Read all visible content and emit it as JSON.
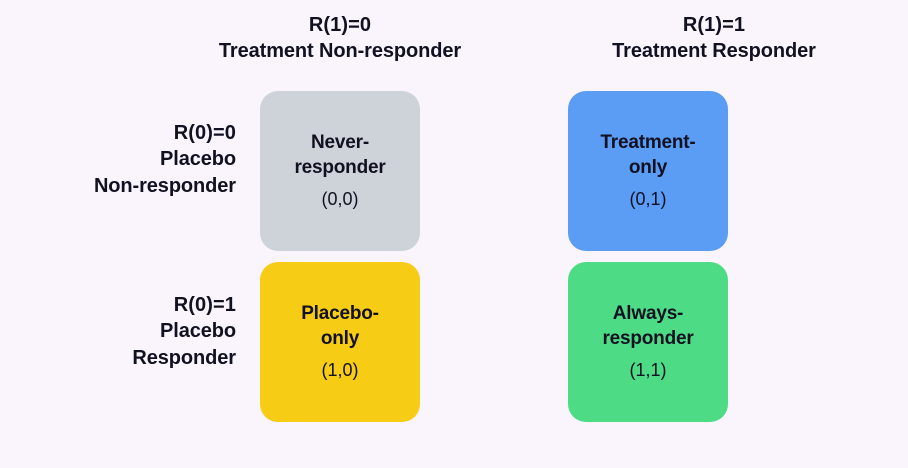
{
  "background_color": "#faf5fd",
  "text_color": "#111122",
  "columns": [
    {
      "code": "R(1)=0",
      "desc": "Treatment Non-responder"
    },
    {
      "code": "R(1)=1",
      "desc": "Treatment Responder"
    }
  ],
  "rows": [
    {
      "code": "R(0)=0",
      "desc_line1": "Placebo",
      "desc_line2": "Non-responder"
    },
    {
      "code": "R(0)=1",
      "desc_line1": "Placebo",
      "desc_line2": "Responder"
    }
  ],
  "cells": [
    {
      "id": "never-responder",
      "label_line1": "Never-",
      "label_line2": "responder",
      "tuple": "(0,0)",
      "color": "#ced3da"
    },
    {
      "id": "treatment-only",
      "label_line1": "Treatment-",
      "label_line2": "only",
      "tuple": "(0,1)",
      "color": "#5b9cf5"
    },
    {
      "id": "placebo-only",
      "label_line1": "Placebo-",
      "label_line2": "only",
      "tuple": "(1,0)",
      "color": "#f7cc15"
    },
    {
      "id": "always-responder",
      "label_line1": "Always-",
      "label_line2": "responder",
      "tuple": "(1,1)",
      "color": "#4ddc85"
    }
  ]
}
